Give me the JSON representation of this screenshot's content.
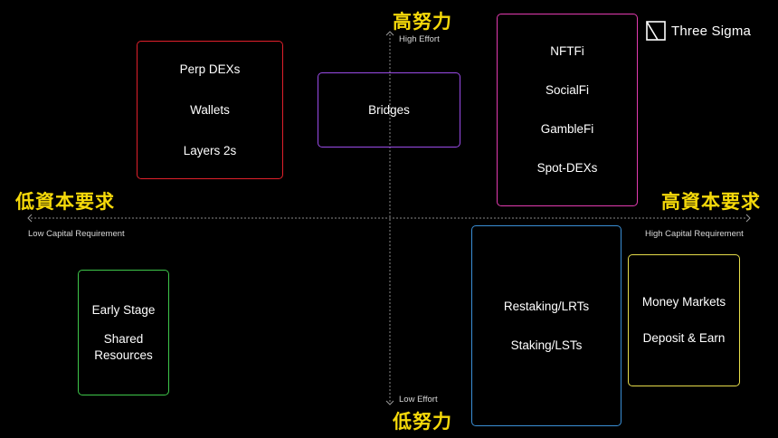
{
  "brand": {
    "name": "Three Sigma",
    "icon": "three-sigma-logo-icon"
  },
  "axes": {
    "top_cn": "高努力",
    "top_en": "High Effort",
    "bottom_cn": "低努力",
    "bottom_en": "Low Effort",
    "left_cn": "低資本要求",
    "left_en": "Low Capital Requirement",
    "right_cn": "高資本要求",
    "right_en": "High Capital Requirement"
  },
  "colors": {
    "accent_label": "#f5d90a",
    "perp_box": "#e0202b",
    "bridges_box": "#9a4ce8",
    "nftfi_box": "#e33bb0",
    "early_box": "#3ec74a",
    "restaking_box": "#3a8fd6",
    "money_box": "#e6dc4a"
  },
  "boxes": {
    "perp": {
      "items": [
        "Perp DEXs",
        "Wallets",
        "Layers 2s"
      ]
    },
    "bridges": {
      "items": [
        "Bridges"
      ]
    },
    "nftfi": {
      "items": [
        "NFTFi",
        "SocialFi",
        "GambleFi",
        "Spot-DEXs"
      ]
    },
    "early": {
      "items": [
        "Early Stage",
        "Shared\nResources"
      ]
    },
    "restaking": {
      "items": [
        "Restaking/LRTs",
        "Staking/LSTs"
      ]
    },
    "money": {
      "items": [
        "Money Markets",
        "Deposit & Earn"
      ]
    }
  }
}
